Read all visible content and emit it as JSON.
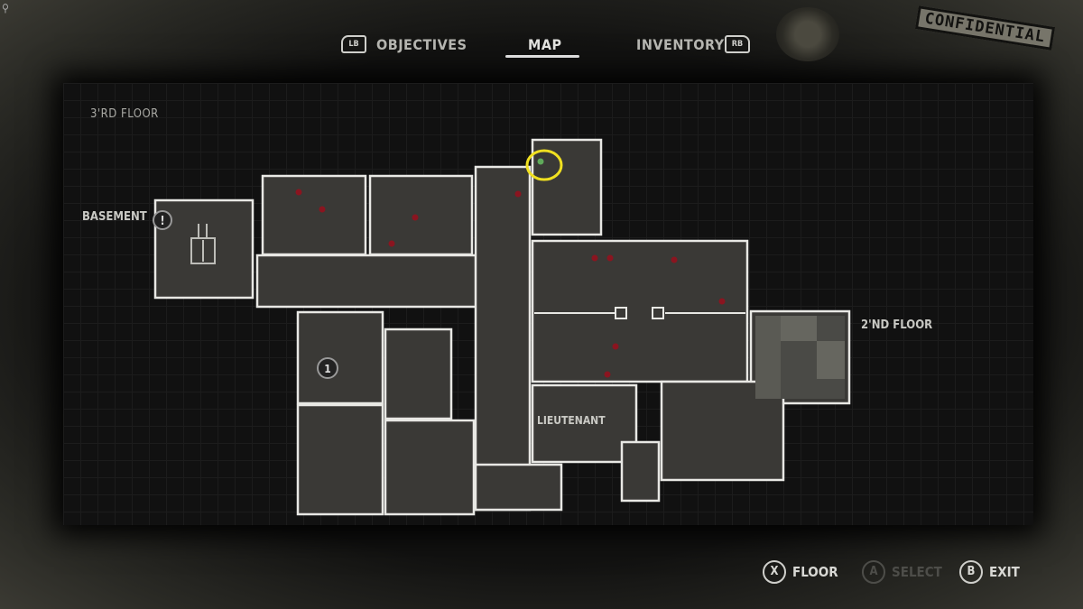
{
  "header": {
    "tabs": [
      {
        "label": "OBJECTIVES"
      },
      {
        "label": "MAP",
        "active": true
      },
      {
        "label": "INVENTORY"
      }
    ],
    "left_bumper": "LB",
    "right_bumper": "RB",
    "stamp": "CONFIDENTIAL"
  },
  "map": {
    "current_floor": "3'RD FLOOR",
    "labels": {
      "basement": "BASEMENT",
      "second_floor": "2'ND FLOOR",
      "lieutenant": "LIEUTENANT"
    },
    "markers": {
      "alert_icon": "!",
      "numbered_marker": "1"
    },
    "colors": {
      "room": "#3a3936",
      "wall": "#e8e8e4",
      "item_dot": "#8a1520",
      "player": "#5faa5a",
      "highlight": "#f0e020"
    }
  },
  "footer": {
    "buttons": [
      {
        "key": "X",
        "label": "FLOOR",
        "enabled": true
      },
      {
        "key": "A",
        "label": "SELECT",
        "enabled": false
      },
      {
        "key": "B",
        "label": "EXIT",
        "enabled": true
      }
    ]
  }
}
